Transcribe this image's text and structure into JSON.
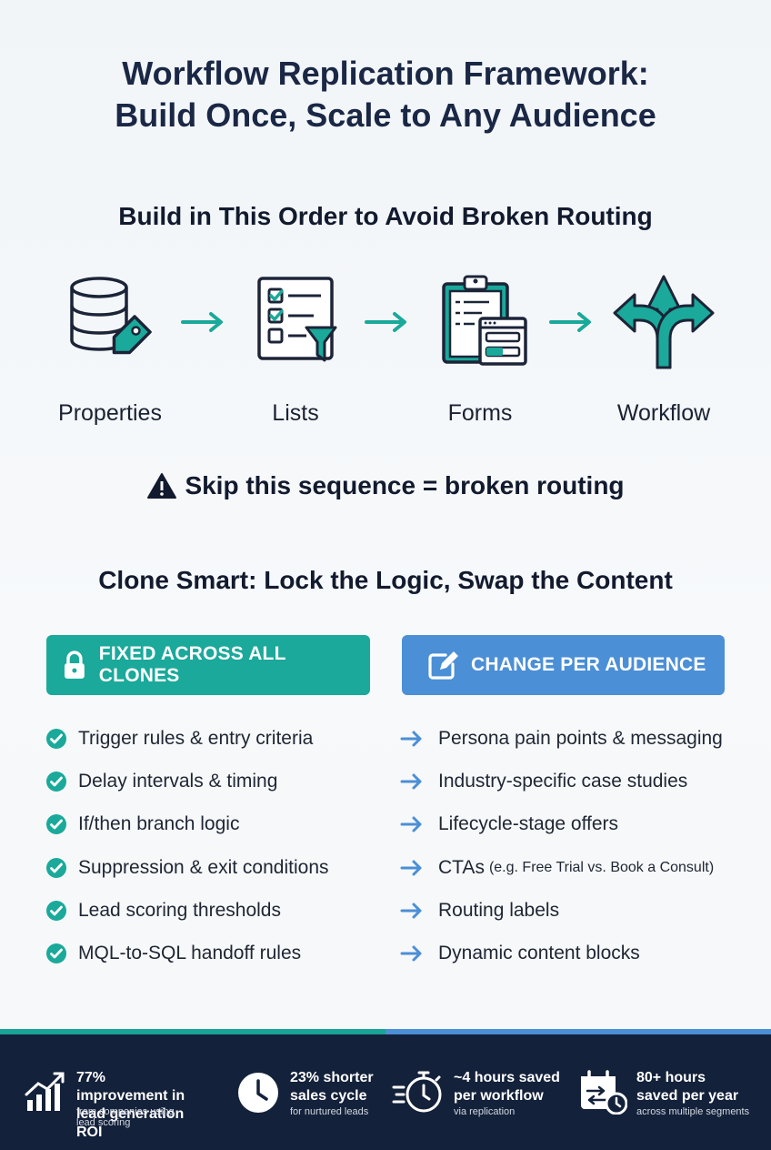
{
  "title": {
    "line1": "Workflow Replication Framework:",
    "line2": "Build Once, Scale to Any Audience"
  },
  "order_section": {
    "heading": "Build in This Order to Avoid Broken Routing",
    "steps": [
      {
        "label": "Properties",
        "icon": "database-tag-icon"
      },
      {
        "label": "Lists",
        "icon": "checklist-filter-icon"
      },
      {
        "label": "Forms",
        "icon": "clipboard-form-icon"
      },
      {
        "label": "Workflow",
        "icon": "branching-arrows-icon"
      }
    ],
    "warning": "Skip this sequence = broken routing"
  },
  "clone_section": {
    "heading": "Clone Smart: Lock the Logic, Swap the Content",
    "fixed": {
      "label": "FIXED ACROSS ALL CLONES",
      "icon": "lock-icon",
      "items": [
        "Trigger rules & entry criteria",
        "Delay intervals & timing",
        "If/then branch logic",
        "Suppression & exit conditions",
        "Lead scoring thresholds",
        "MQL-to-SQL handoff rules"
      ]
    },
    "change": {
      "label": "CHANGE PER AUDIENCE",
      "icon": "edit-icon",
      "items": [
        {
          "text": "Persona pain points & messaging",
          "note": ""
        },
        {
          "text": "Industry-specific case studies",
          "note": ""
        },
        {
          "text": "Lifecycle-stage offers",
          "note": ""
        },
        {
          "text": "CTAs",
          "note": "(e.g. Free Trial vs. Book a Consult)"
        },
        {
          "text": "Routing labels",
          "note": ""
        },
        {
          "text": "Dynamic content blocks",
          "note": ""
        }
      ]
    }
  },
  "stats": [
    {
      "line1": "77% improvement in",
      "line2": "lead generation ROI",
      "sub": "from companies using lead scoring",
      "icon": "growth-chart-icon"
    },
    {
      "line1": "23% shorter",
      "line2": "sales cycle",
      "sub": "for nurtured leads",
      "icon": "clock-icon"
    },
    {
      "line1": "~4 hours saved",
      "line2": "per workflow",
      "sub": "via replication",
      "icon": "stopwatch-icon"
    },
    {
      "line1": "80+ hours",
      "line2": "saved per year",
      "sub": "across multiple segments",
      "icon": "calendar-clock-icon"
    }
  ],
  "colors": {
    "teal": "#1aa99a",
    "blue": "#4b8fd6",
    "navy": "#14213a"
  }
}
